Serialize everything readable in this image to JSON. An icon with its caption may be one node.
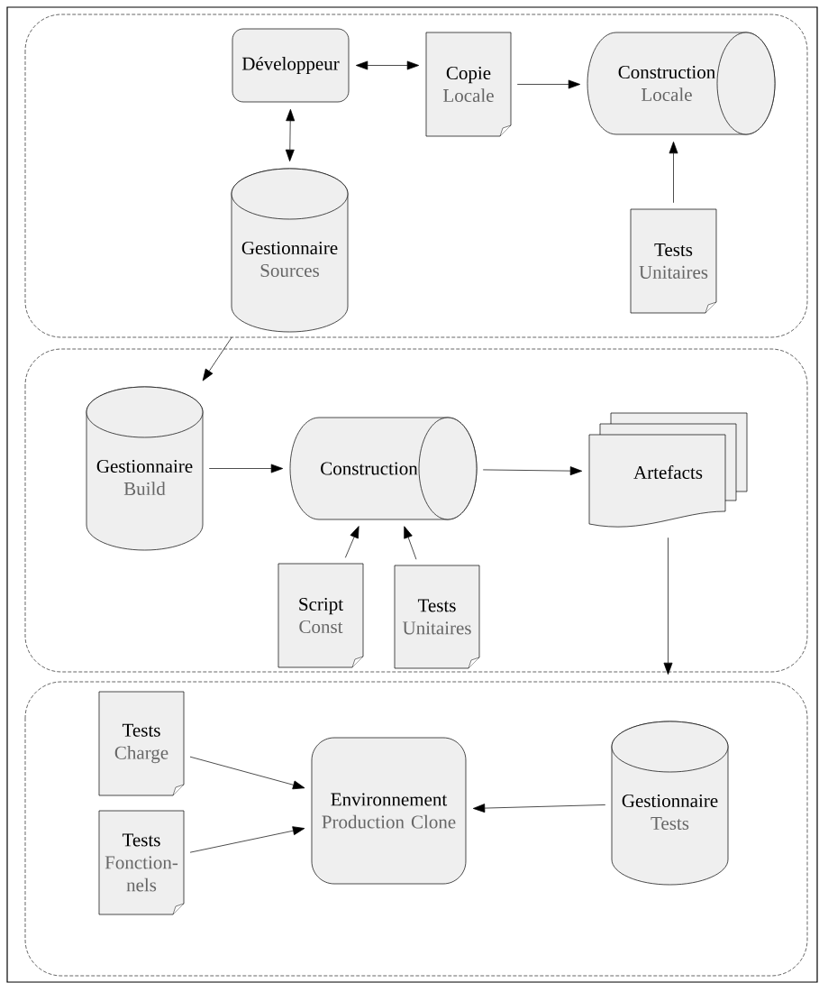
{
  "diagram": {
    "nodes": [
      {
        "text": [],
        "shape": "box"
      },
      {
        "text": [
          "Développeur"
        ],
        "in": 0
      },
      {
        "text": [
          "Copie",
          "Locale"
        ],
        "in": 0
      },
      {
        "text": [
          "Construction",
          "Locale"
        ],
        "in": 0
      },
      {
        "text": [
          "Gestionnaire",
          "Sources"
        ],
        "in": 0
      },
      {
        "text": [
          "Tests",
          "Unitaires"
        ],
        "in": 0
      },
      {
        "text": [],
        "shape": "box"
      },
      {
        "text": [
          "Gestionnaire",
          "Build"
        ],
        "in": 6
      },
      {
        "text": [
          "Construction"
        ],
        "in": 6
      },
      {
        "text": [
          "Artefacts"
        ],
        "in": 6
      },
      {
        "text": [
          "Script",
          "Const"
        ],
        "in": 6
      },
      {
        "text": [
          "Tests",
          "Unitaires"
        ],
        "in": 6
      },
      {
        "text": [],
        "shape": "box"
      },
      {
        "text": [
          "Tests",
          "Charge"
        ],
        "in": 12
      },
      {
        "text": [
          "Tests",
          "Fonction-nels"
        ],
        "in": 12
      },
      {
        "text": [
          "Environnement",
          "Production Clone"
        ],
        "in": 12
      },
      {
        "text": [
          "Gestionnaire",
          "Tests"
        ],
        "in": 12
      }
    ],
    "edges": [
      {
        "from": 1,
        "to": 2,
        "arrow": "both"
      },
      {
        "from": 2,
        "to": 3,
        "arrow": "to"
      },
      {
        "from": 1,
        "to": 4,
        "arrow": "both"
      },
      {
        "from": 5,
        "to": 3,
        "arrow": "to"
      },
      {
        "from": 4,
        "to": 7,
        "arrow": "to"
      },
      {
        "from": 7,
        "to": 8,
        "arrow": "to"
      },
      {
        "from": 8,
        "to": 9,
        "arrow": "to"
      },
      {
        "from": 10,
        "to": 8,
        "arrow": "to"
      },
      {
        "from": 11,
        "to": 8,
        "arrow": "to"
      },
      {
        "from": 9,
        "to": 12,
        "arrow": "to"
      },
      {
        "from": 13,
        "to": 15,
        "arrow": "to"
      },
      {
        "from": 14,
        "to": 15,
        "arrow": "to"
      },
      {
        "from": 16,
        "to": 15,
        "arrow": "to"
      }
    ]
  }
}
